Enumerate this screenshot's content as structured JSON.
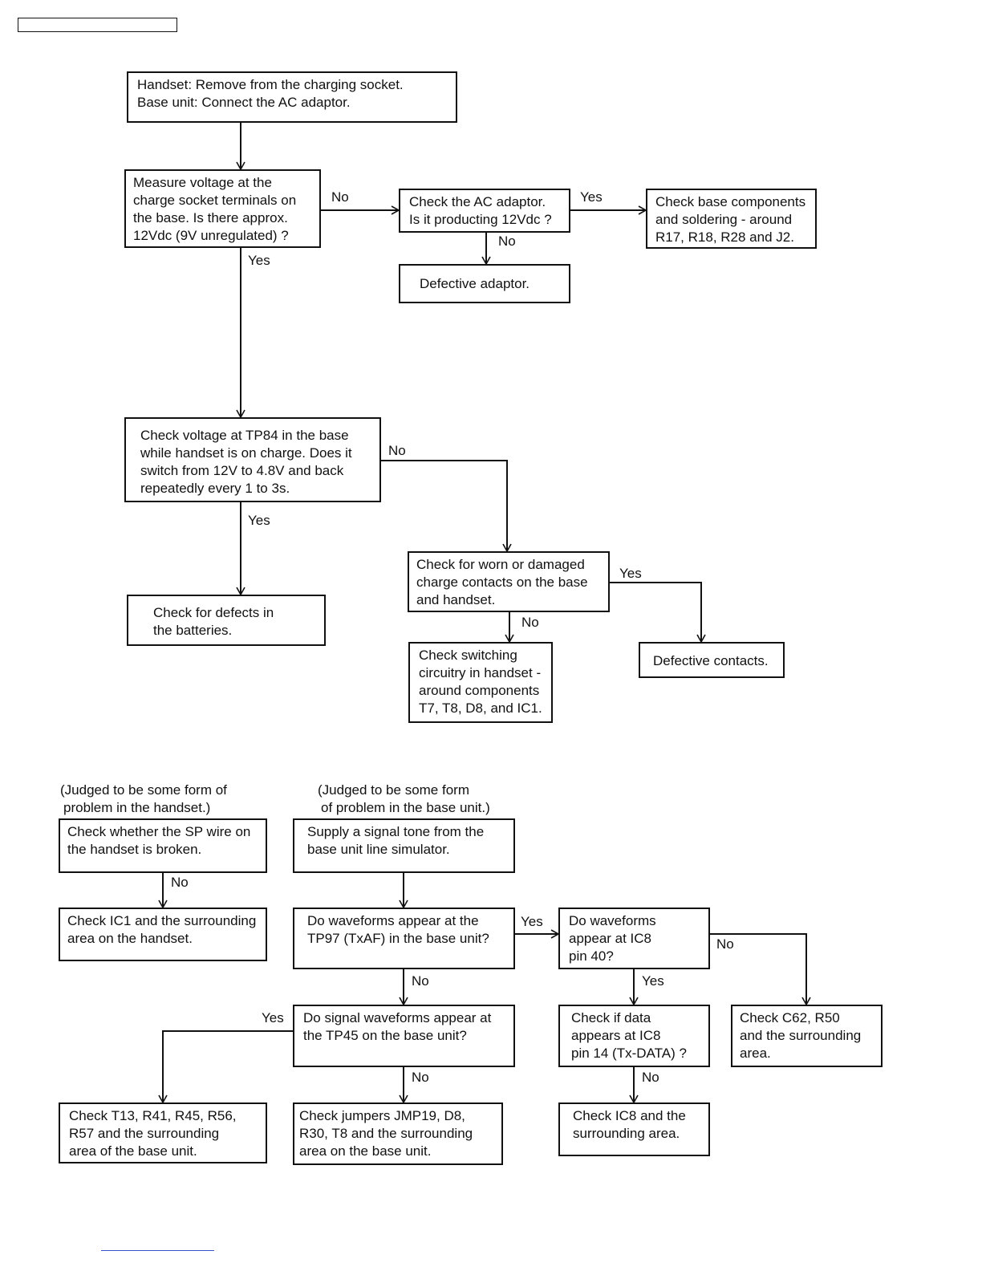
{
  "boxes": {
    "b1": [
      "Handset:  Remove from the charging socket.",
      "Base unit:  Connect the AC adaptor."
    ],
    "b2": [
      "Measure voltage at the",
      "charge socket terminals on",
      "the base. Is there approx.",
      "12Vdc (9V unregulated) ?"
    ],
    "b3": [
      "Check the AC adaptor.",
      "Is it producting 12Vdc ?"
    ],
    "b4": [
      "Check base components",
      "and soldering - around",
      "R17, R18, R28 and J2."
    ],
    "b5": [
      "Defective adaptor."
    ],
    "b6": [
      "Check voltage at TP84 in the base",
      "while handset is on charge. Does it",
      "switch from 12V to 4.8V and back",
      "repeatedly every 1 to 3s."
    ],
    "b7": [
      "Check for defects in",
      "the batteries."
    ],
    "b8": [
      "Check for worn or damaged",
      "charge contacts on the base",
      "and handset."
    ],
    "b9": [
      "Check switching",
      "circuitry in handset -",
      "around components",
      "T7, T8, D8, and IC1."
    ],
    "b10": [
      "Defective contacts."
    ],
    "b11": [
      "Check whether the SP wire on",
      "the handset is broken."
    ],
    "b12": [
      "Check IC1 and the surrounding",
      "area on the handset."
    ],
    "b13": [
      "Supply a signal tone from the",
      "base unit line simulator."
    ],
    "b14": [
      "Do waveforms appear at the",
      "TP97 (TxAF) in the base unit?"
    ],
    "b15": [
      "Do waveforms",
      "appear at IC8",
      "pin 40?"
    ],
    "b16": [
      "Do signal waveforms appear at",
      "the TP45 on the base unit?"
    ],
    "b17": [
      "Check if data",
      "appears at IC8",
      "pin 14 (Tx-DATA) ?"
    ],
    "b18": [
      "Check C62, R50",
      "and the surrounding",
      "area."
    ],
    "b19": [
      "Check T13, R41, R45, R56,",
      "R57 and the surrounding",
      "area of the base unit."
    ],
    "b20": [
      "Check jumpers JMP19, D8,",
      "R30, T8 and the surrounding",
      "area on the base unit."
    ],
    "b21": [
      "Check IC8 and the",
      "surrounding area."
    ]
  },
  "notes": {
    "handset": [
      "(Judged to be some form of",
      "problem in the handset.)"
    ],
    "base": [
      "(Judged to be some form",
      "of problem in the base unit.)"
    ]
  },
  "labels": {
    "b2_no": "No",
    "b3_yes": "Yes",
    "b3_no": "No",
    "b2_yes": "Yes",
    "b6_no": "No",
    "b6_yes": "Yes",
    "b8_yes": "Yes",
    "b8_no": "No",
    "b11_no": "No",
    "b14_yes": "Yes",
    "b14_no": "No",
    "b15_no": "No",
    "b15_yes": "Yes",
    "b16_yes": "Yes",
    "b16_no": "No",
    "b17_no": "No"
  }
}
